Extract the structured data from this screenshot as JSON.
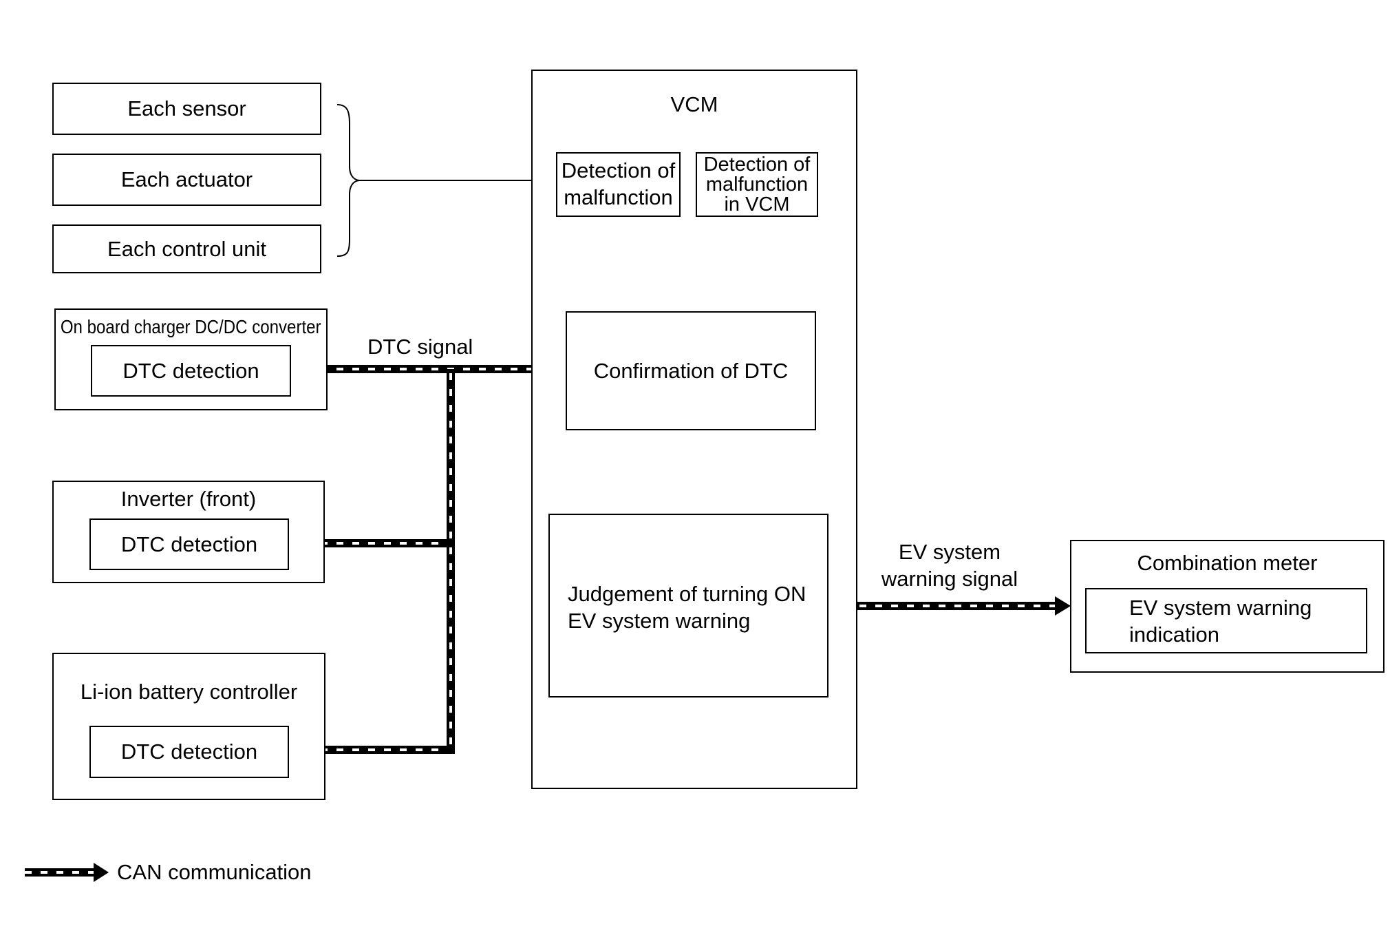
{
  "inputs": {
    "sensor": "Each sensor",
    "actuator": "Each actuator",
    "control_unit": "Each control unit"
  },
  "charger": {
    "title": "On board charger DC/DC converter",
    "inner": "DTC detection"
  },
  "inverter": {
    "title": "Inverter (front)",
    "inner": "DTC detection"
  },
  "battery": {
    "title": "Li-ion battery controller",
    "inner": "DTC detection"
  },
  "dtc_signal": "DTC signal",
  "vcm": {
    "title": "VCM",
    "detection_malfunction": "Detection of\nmalfunction",
    "detection_in_vcm": "Detection of\nmalfunction\nin VCM",
    "confirmation": "Confirmation of DTC",
    "judgement": "Judgement of turning ON\nEV system warning"
  },
  "ev_signal": "EV system\nwarning signal",
  "meter": {
    "title": "Combination meter",
    "inner": "EV system warning\nindication"
  },
  "legend": {
    "label": "CAN communication"
  }
}
